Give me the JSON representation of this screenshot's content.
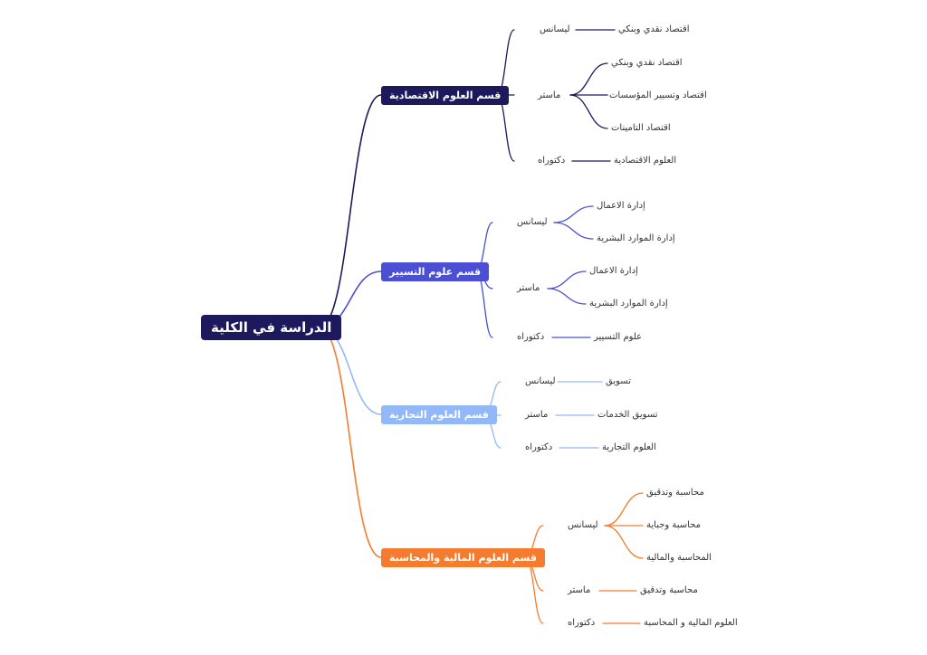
{
  "root": {
    "label": "الدراسة في الكلية"
  },
  "departments": [
    {
      "label": "قسم العلوم الاقتصادية",
      "color": "#1c1a5c",
      "levels": [
        {
          "label": "ليسانس",
          "items": [
            "اقتصاد نقدي وبنكي"
          ]
        },
        {
          "label": "ماستر",
          "items": [
            "اقتصاد نقدي وبنكي",
            "اقتصاد وتسيير المؤسسات",
            "اقتصاد التامينات"
          ]
        },
        {
          "label": "دكتوراه",
          "items": [
            "العلوم الاقتصادية"
          ]
        }
      ]
    },
    {
      "label": "قسم علوم التسيير",
      "color": "#4a4fd4",
      "levels": [
        {
          "label": "ليسانس",
          "items": [
            "إدارة الاعمال",
            "إدارة الموارد البشرية"
          ]
        },
        {
          "label": "ماستر",
          "items": [
            "إدارة الاعمال",
            "إدارة الموارد البشرية"
          ]
        },
        {
          "label": "دكتوراه",
          "items": [
            "علوم التسيير"
          ]
        }
      ]
    },
    {
      "label": "قسم العلوم التجارية",
      "color": "#93b8f7",
      "levels": [
        {
          "label": "ليسانس",
          "items": [
            "تسويق"
          ]
        },
        {
          "label": "ماستر",
          "items": [
            "تسويق الخدمات"
          ]
        },
        {
          "label": "دكتوراه",
          "items": [
            "العلوم التجارية"
          ]
        }
      ]
    },
    {
      "label": "قسم العلوم المالية والمحاسبة",
      "color": "#f57c2f",
      "levels": [
        {
          "label": "ليسانس",
          "items": [
            "محاسبة وتدقيق",
            "محاسبة وجباية",
            "المحاسبة والمالية"
          ]
        },
        {
          "label": "ماستر",
          "items": [
            "محاسبة وتدقيق"
          ]
        },
        {
          "label": "دكتوراه",
          "items": [
            "العلوم المالية و المحاسبة"
          ]
        }
      ]
    }
  ]
}
